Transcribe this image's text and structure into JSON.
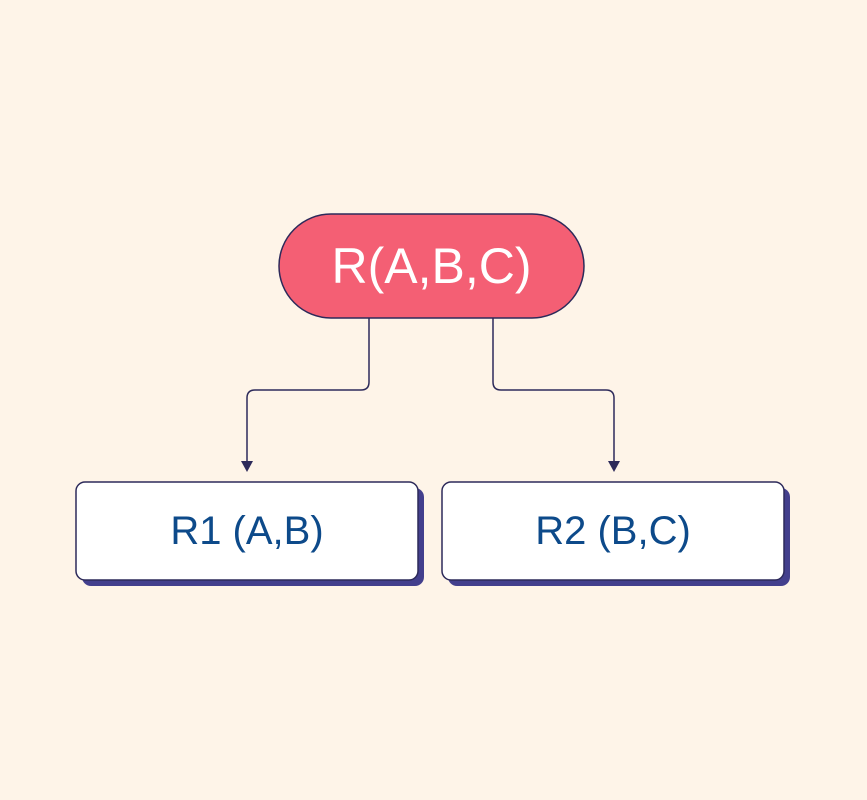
{
  "colors": {
    "background": "#fef4e8",
    "root_fill": "#f45f74",
    "outline": "#2d2a5a",
    "child_fill": "#ffffff",
    "child_shadow": "#433f8d",
    "child_text": "#0d4a8a"
  },
  "root": {
    "label": "R(A,B,C)"
  },
  "children": [
    {
      "label": "R1 (A,B)"
    },
    {
      "label": "R2 (B,C)"
    }
  ]
}
